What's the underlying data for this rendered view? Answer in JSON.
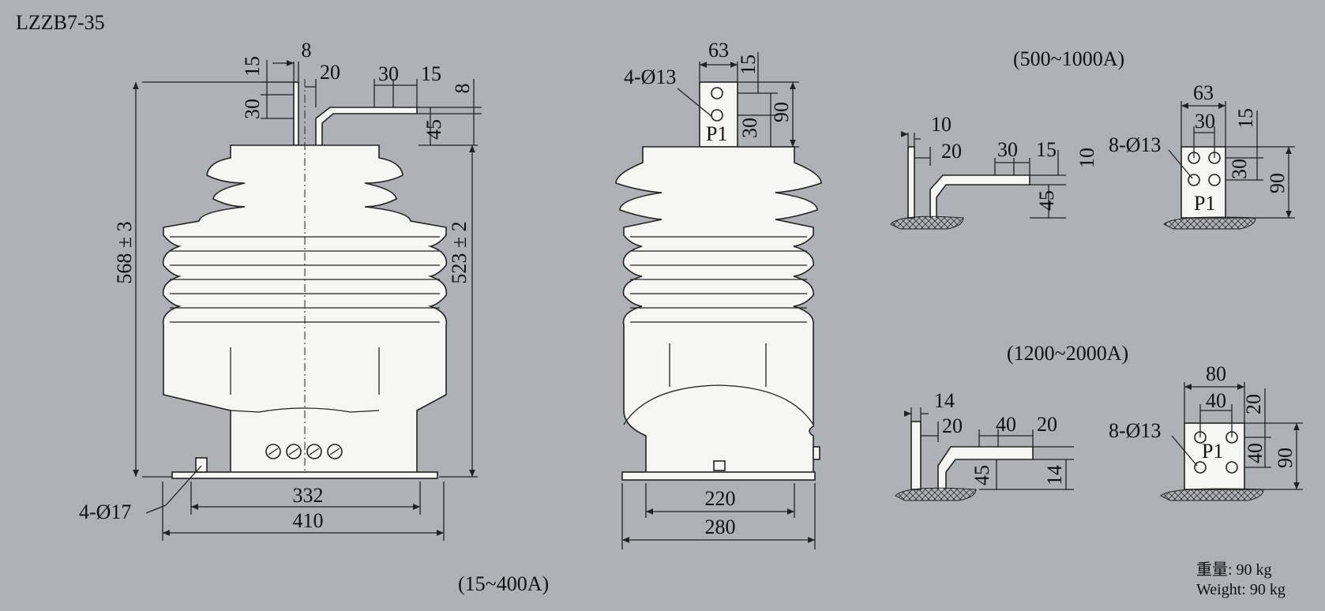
{
  "title": "LZZB7-35",
  "captions": {
    "main": "(15~400A)",
    "variant1": "(500~1000A)",
    "variant2": "(1200~2000A)"
  },
  "weight": {
    "cn": "重量:  90 kg",
    "en": "Weight: 90 kg"
  },
  "view1": {
    "dims": {
      "d8": "8",
      "d15a": "15",
      "d20": "20",
      "d30a": "30",
      "d30b": "30",
      "d15b": "15",
      "d8b": "8",
      "d45": "45",
      "height": "568 ± 3",
      "height2": "523 ± 2",
      "w332": "332",
      "w410": "410",
      "holes": "4-Ø17"
    }
  },
  "view2": {
    "dims": {
      "d63": "63",
      "d15": "15",
      "holes": "4-Ø13",
      "p1": "P1",
      "d30": "30",
      "d90": "90",
      "w220": "220",
      "w280": "280"
    }
  },
  "detail1": {
    "dims": {
      "d10": "10",
      "d20": "20",
      "d30": "30",
      "d15": "15",
      "d10b": "10",
      "d45": "45"
    }
  },
  "detail2": {
    "dims": {
      "d63": "63",
      "d30": "30",
      "d15": "15",
      "holes": "8-Ø13",
      "d30b": "30",
      "d90": "90",
      "p1": "P1"
    }
  },
  "detail3": {
    "dims": {
      "d14": "14",
      "d20": "20",
      "d40": "40",
      "d20b": "20",
      "d45": "45",
      "d14b": "14"
    }
  },
  "detail4": {
    "dims": {
      "d80": "80",
      "d40": "40",
      "d20": "20",
      "holes": "8-Ø13",
      "d40b": "40",
      "d90": "90",
      "p1": "P1"
    }
  },
  "colors": {
    "background": "#aeb1b6",
    "body": "#f6f6f4",
    "line": "#222222"
  }
}
